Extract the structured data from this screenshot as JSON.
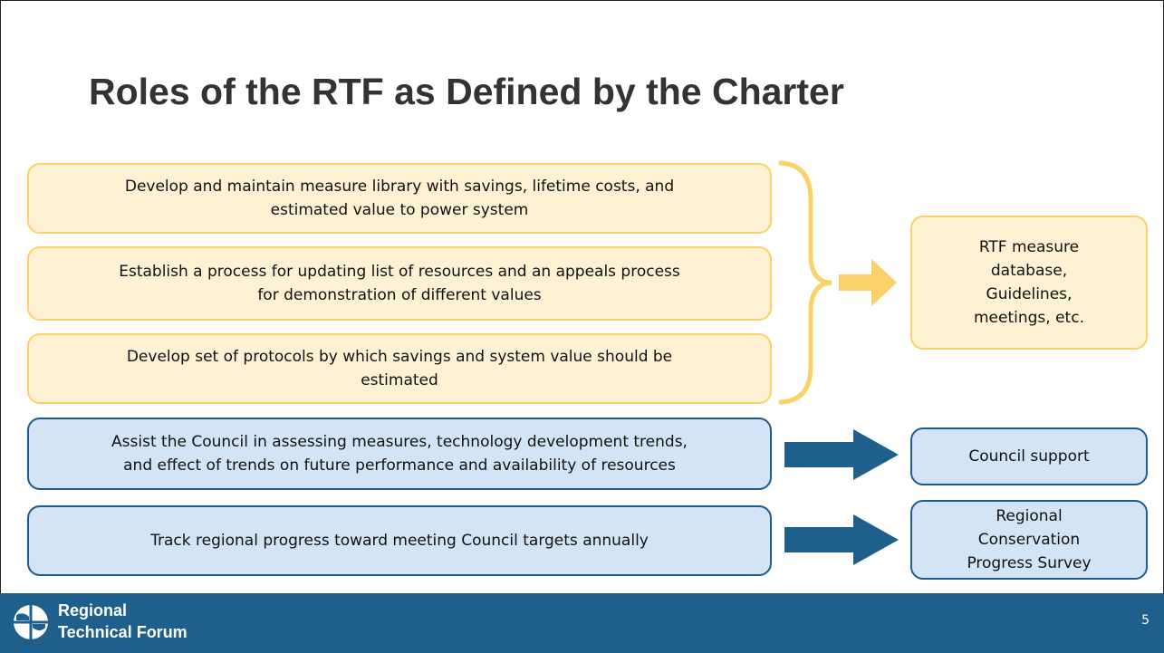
{
  "slide": {
    "title": "Roles of the RTF as Defined by the Charter",
    "page_number": "5"
  },
  "left_boxes": [
    {
      "lines": [
        "Develop and maintain measure library with savings, lifetime costs, and",
        "estimated value to power system"
      ],
      "style": "yellow"
    },
    {
      "lines": [
        "Establish a process for updating list of resources and an appeals process",
        "for demonstration of different values"
      ],
      "style": "yellow"
    },
    {
      "lines": [
        "Develop set of protocols by which savings and system value should be",
        "estimated"
      ],
      "style": "yellow"
    },
    {
      "lines": [
        "Assist the Council in assessing measures, technology development trends,",
        "and effect of trends on future performance and availability of resources"
      ],
      "style": "blue"
    },
    {
      "lines": [
        "Track regional progress toward meeting Council targets annually"
      ],
      "style": "blue"
    }
  ],
  "right_boxes": [
    {
      "lines": [
        "RTF measure",
        "database,",
        "Guidelines,",
        "meetings, etc."
      ],
      "style": "yellow"
    },
    {
      "lines": [
        "Council support"
      ],
      "style": "blue"
    },
    {
      "lines": [
        "Regional",
        "Conservation",
        "Progress Survey"
      ],
      "style": "blue"
    }
  ],
  "footer": {
    "org_line1": "Regional",
    "org_line2": "Technical Forum"
  },
  "colors": {
    "yellow_fill": "#fff2d4",
    "yellow_border": "#fbd169",
    "blue_fill": "#d3e4f6",
    "blue_border": "#1d5c8c",
    "arrow_blue": "#1f5f8b",
    "footer_bg": "#1f5f8b"
  }
}
